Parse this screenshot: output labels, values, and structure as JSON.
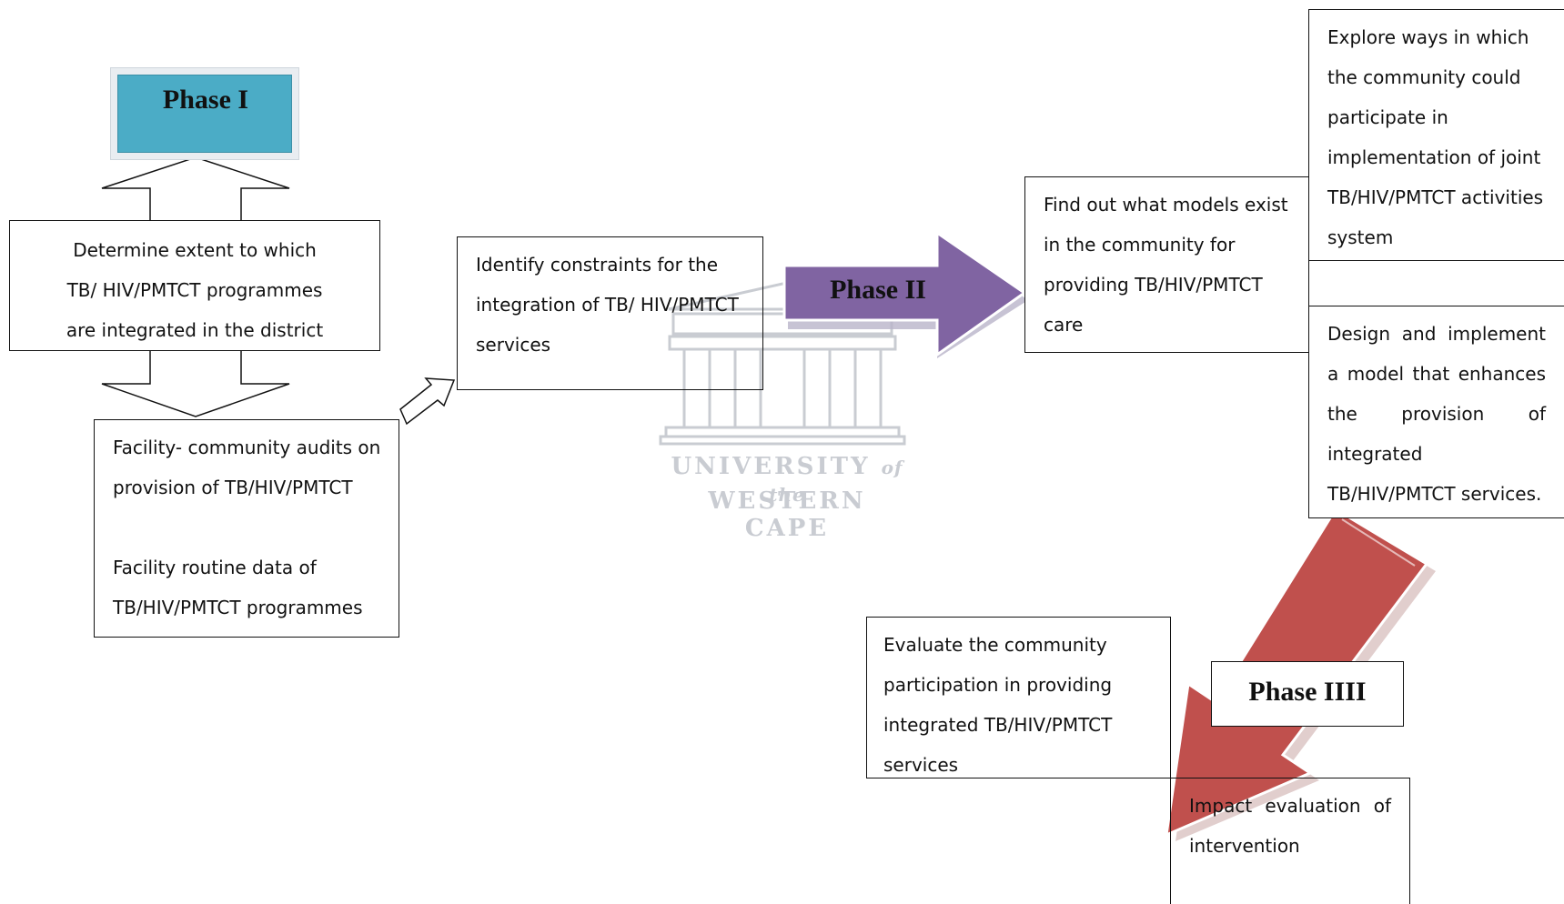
{
  "watermark": {
    "line1": "UNIVERSITY",
    "line1_italic": "of the",
    "line2": "WESTERN CAPE"
  },
  "phases": {
    "phase1": "Phase I",
    "phase2": "Phase II",
    "phase3": "Phase IIII"
  },
  "boxes": {
    "determine_extent": "Determine extent to which TB/ HIV/PMTCT programmes are integrated in the district",
    "facility_audits": "Facility- community audits on provision of TB/HIV/PMTCT",
    "routine_data": "Facility routine data of TB/HIV/PMTCT programmes",
    "identify_constraints": "Identify constraints for the integration of TB/ HIV/PMTCT services",
    "find_models": "Find out what models exist in the community for providing TB/HIV/PMTCT care",
    "explore_ways": "Explore ways in which the community could participate in implementation of joint TB/HIV/PMTCT activities system",
    "design_model": "Design and implement a model that enhances the provision of integrated TB/HIV/PMTCT services.",
    "evaluate_participation": "Evaluate the community participation in providing integrated TB/HIV/PMTCT services",
    "impact_evaluation": "Impact evaluation of intervention"
  },
  "colors": {
    "phase1_fill": "#4bacc6",
    "phase2_arrow": "#8064a2",
    "phase3_arrow": "#c0504d",
    "border": "#111111"
  }
}
